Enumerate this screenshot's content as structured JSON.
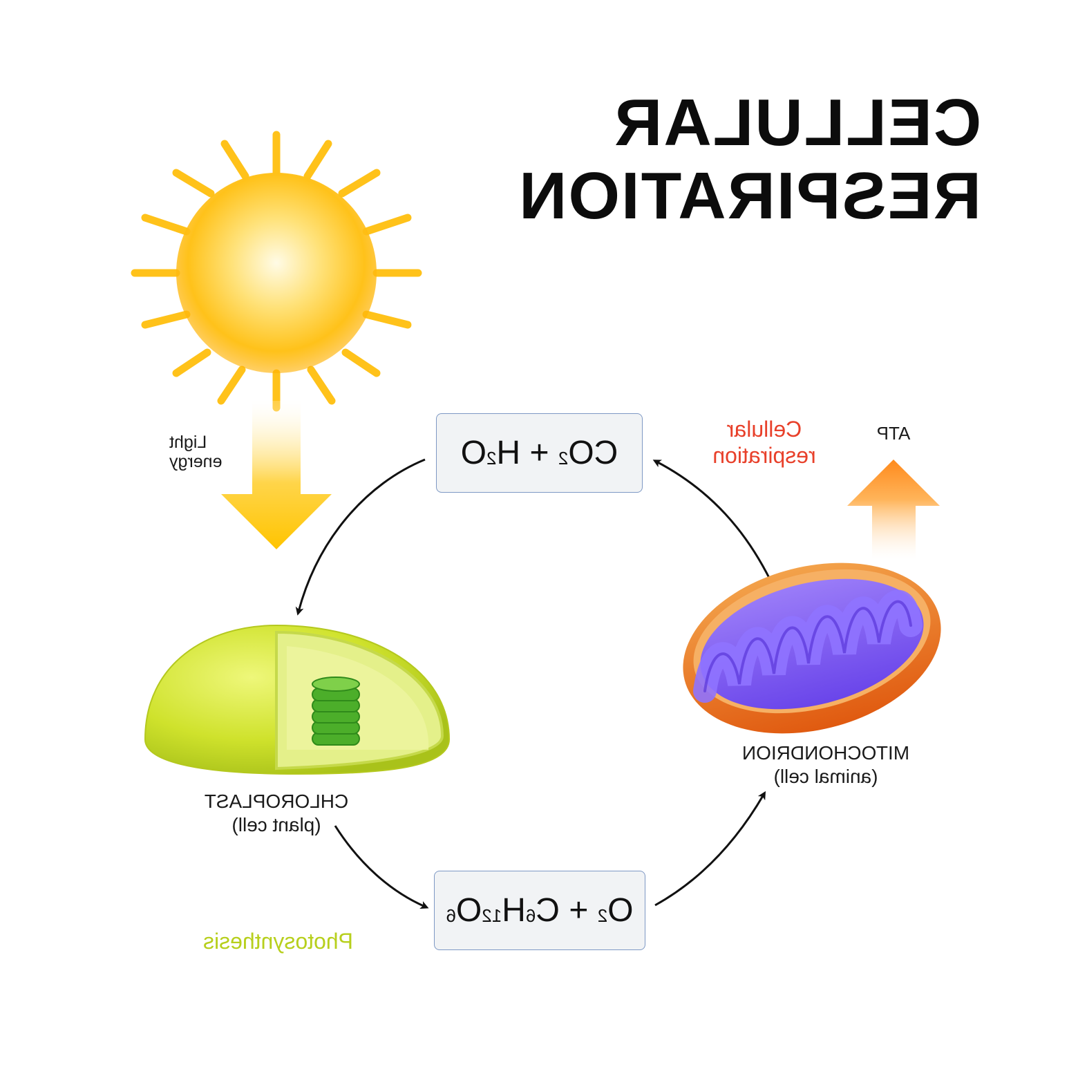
{
  "title": {
    "line1": "CELLULAR",
    "line2": "RESPIRATION"
  },
  "sun": {
    "label_line1": "Light",
    "label_line2": "energy"
  },
  "formula_top": {
    "a": "CO",
    "a_sub": "2",
    "plus": " + ",
    "b": "H",
    "b_sub": "2",
    "c": "O"
  },
  "formula_bottom": {
    "a": "O",
    "a_sub": "2",
    "plus": " + ",
    "b": "C",
    "b_sub": "6",
    "c": "H",
    "c_sub": "12",
    "d": "O",
    "d_sub": "6"
  },
  "respiration": {
    "line1": "Cellular",
    "line2": "respiration",
    "color": "#e8402a"
  },
  "photosynthesis": {
    "label": "Photosynthesis",
    "color": "#b7cf1c"
  },
  "atp": {
    "label": "ATP"
  },
  "chloroplast": {
    "name": "CHLOROPLAST",
    "desc": "(plant cell)"
  },
  "mitochondrion": {
    "name": "MITOCHONDRION",
    "desc": "(animal cell)"
  },
  "colors": {
    "sun": "#ffc21a",
    "chloroplast": "#c8e02a",
    "thylakoid": "#5cb82a",
    "mito_outer": "#e8761a",
    "mito_inner": "#7c55f0",
    "atp_arrow": "#ff9a2c"
  }
}
